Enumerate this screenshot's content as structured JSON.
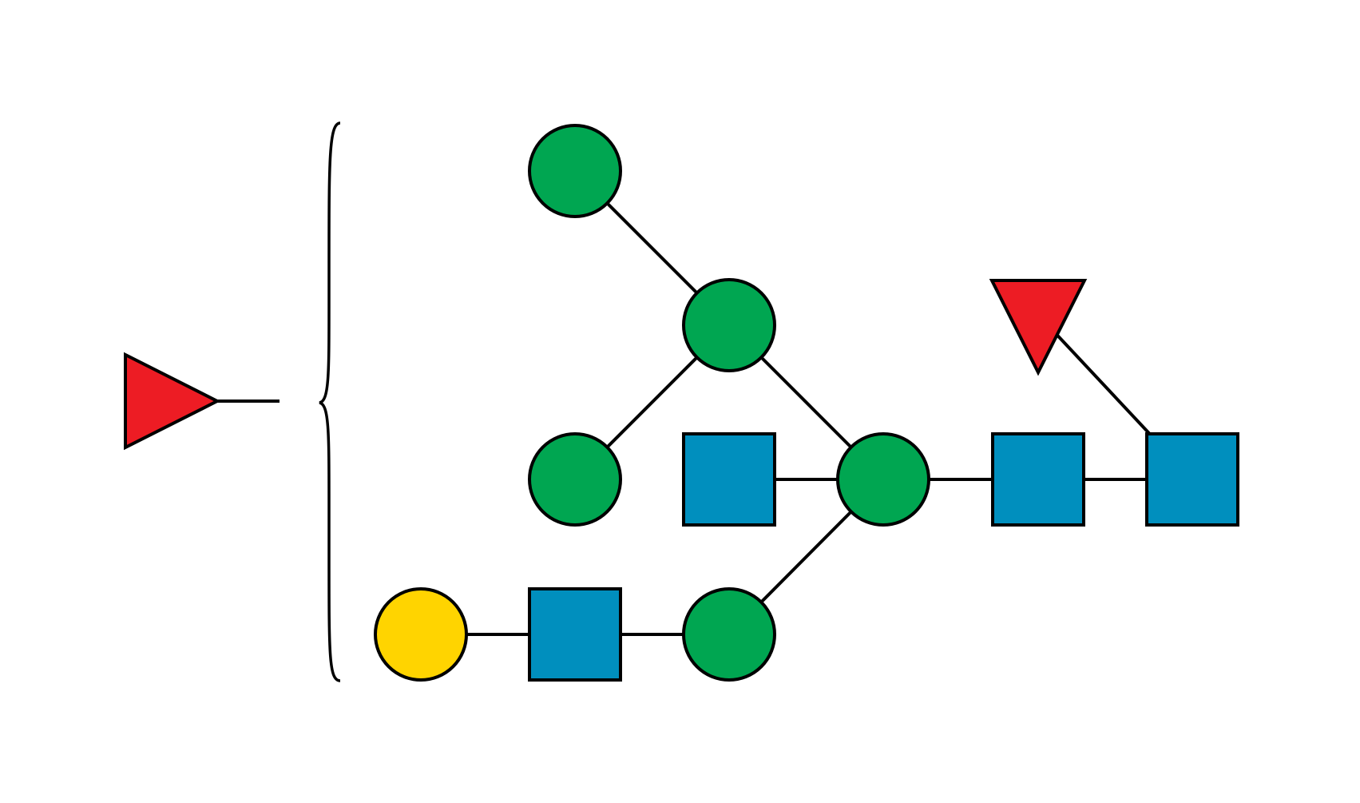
{
  "colors": {
    "background": "#ffffff",
    "outline": "#000000",
    "mannose": "#00A651",
    "glcnac": "#008FBE",
    "galactose": "#FFD400",
    "fucose": "#ED1C24"
  },
  "nodes": [
    {
      "id": "man-top",
      "symbol": "circle",
      "residue": "mannose"
    },
    {
      "id": "man-branch",
      "symbol": "circle",
      "residue": "mannose"
    },
    {
      "id": "man-middle-left",
      "symbol": "circle",
      "residue": "mannose"
    },
    {
      "id": "glcnac-bisecting",
      "symbol": "square",
      "residue": "glcnac"
    },
    {
      "id": "man-core",
      "symbol": "circle",
      "residue": "mannose"
    },
    {
      "id": "glcnac-core-inner",
      "symbol": "square",
      "residue": "glcnac"
    },
    {
      "id": "glcnac-core-reducing",
      "symbol": "square",
      "residue": "glcnac"
    },
    {
      "id": "fuc-core",
      "symbol": "triangle-down",
      "residue": "fucose"
    },
    {
      "id": "man-lower-arm",
      "symbol": "circle",
      "residue": "mannose"
    },
    {
      "id": "glcnac-lower-arm",
      "symbol": "square",
      "residue": "glcnac"
    },
    {
      "id": "gal-lower-arm",
      "symbol": "circle",
      "residue": "galactose"
    },
    {
      "id": "fuc-antenna",
      "symbol": "triangle-right",
      "residue": "fucose"
    }
  ],
  "links": [
    [
      "man-top",
      "man-branch"
    ],
    [
      "man-middle-left",
      "man-branch"
    ],
    [
      "man-branch",
      "man-core"
    ],
    [
      "glcnac-bisecting",
      "man-core"
    ],
    [
      "man-core",
      "glcnac-core-inner"
    ],
    [
      "glcnac-core-inner",
      "glcnac-core-reducing"
    ],
    [
      "fuc-core",
      "glcnac-core-reducing"
    ],
    [
      "man-lower-arm",
      "man-core"
    ],
    [
      "glcnac-lower-arm",
      "man-lower-arm"
    ],
    [
      "gal-lower-arm",
      "glcnac-lower-arm"
    ]
  ],
  "antenna_bracket": {
    "symbol": "left-brace",
    "attached": "fuc-antenna"
  }
}
